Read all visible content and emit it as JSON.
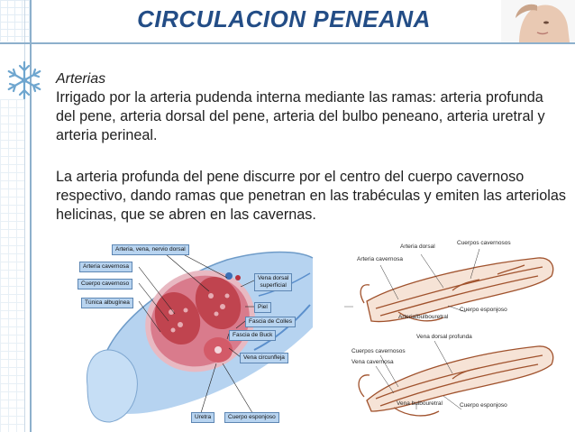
{
  "slide": {
    "title": "CIRCULACION PENEANA",
    "subtitle": "Arterias",
    "paragraphs": [
      "Irrigado por la arteria pudenda interna mediante las ramas: arteria profunda del pene, arteria dorsal del pene, arteria del bulbo peneano, arteria uretral y arteria perineal.",
      "La arteria profunda del pene discurre por el centro del cuerpo cavernoso respectivo, dando ramas que penetran en las trabéculas y emiten las arteriolas helicinas, que se abren en las cavernas."
    ]
  },
  "diagram_left": {
    "labels": {
      "arteria_vena_nervio": "Arteria, vena, nervio dorsal",
      "arteria_cavernosa": "Arteria cavernosa",
      "cuerpo_cavernoso": "Cuerpo cavernoso",
      "tunica_albuginea": "Túnica albugínea",
      "vena_dorsal_superficial_1": "Vena dorsal",
      "vena_dorsal_superficial_2": "superficial",
      "piel": "Piel",
      "fascia_colles": "Fascia de Colles",
      "fascia_buck": "Fascia de Buck",
      "vena_circunfleja": "Vena circunfleja",
      "uretra": "Uretra",
      "cuerpo_esponjoso": "Cuerpo esponjoso"
    }
  },
  "diagram_right": {
    "top": {
      "arteria_dorsal": "Arteria dorsal",
      "cuerpos_cavernosos": "Cuerpos cavernosos",
      "arteria_cavernosa": "Arteria cavernosa",
      "cuerpo_esponjoso": "Cuerpo esponjoso",
      "arteria_bulbouretral": "Arteria bulbouretral"
    },
    "bottom": {
      "vena_dorsal_profunda": "Vena dorsal profunda",
      "cuerpos_cavernosos": "Cuerpos cavernosos",
      "vena_cavernosa": "Vena cavernosa",
      "vena_bulbouretral": "Vena bulbouretral",
      "cuerpo_esponjoso": "Cuerpo esponjoso"
    }
  },
  "colors": {
    "title": "#234d86",
    "rule": "#8db0cc",
    "tissue_red": "#c0444f",
    "skin_blue": "#9cc3ea",
    "sketch_brown": "#a0522d"
  }
}
